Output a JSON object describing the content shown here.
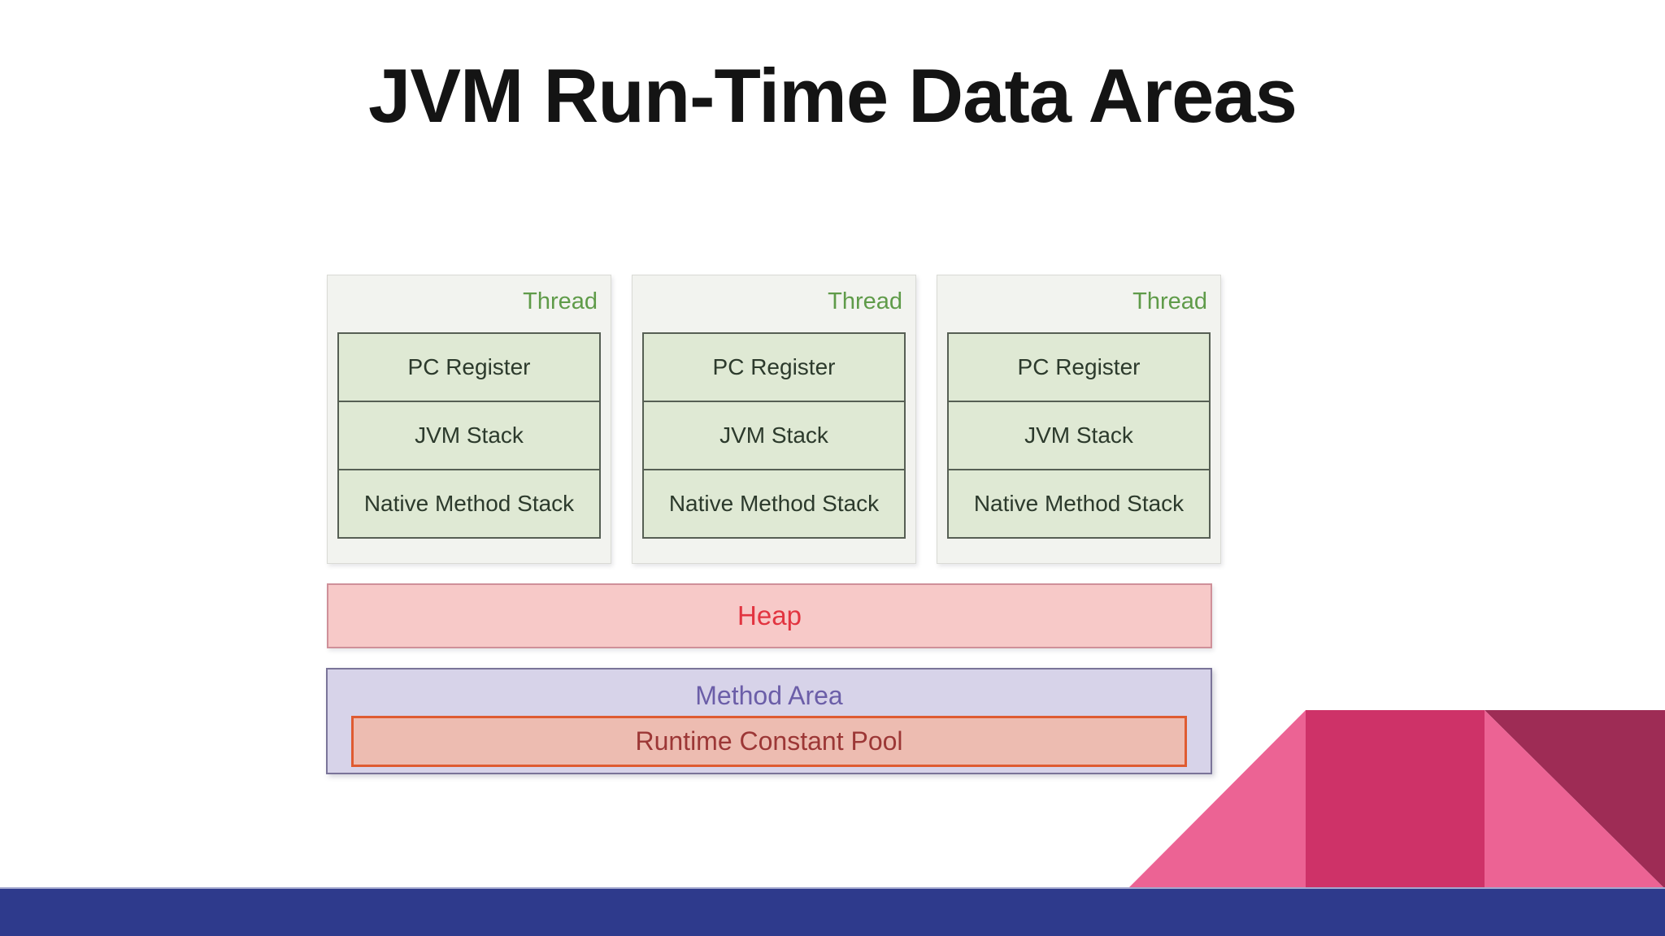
{
  "slide": {
    "title": "JVM Run-Time Data Areas"
  },
  "diagram": {
    "threads": [
      {
        "label": "Thread",
        "boxes": [
          "PC Register",
          "JVM Stack",
          "Native Method Stack"
        ]
      },
      {
        "label": "Thread",
        "boxes": [
          "PC Register",
          "JVM Stack",
          "Native Method Stack"
        ]
      },
      {
        "label": "Thread",
        "boxes": [
          "PC Register",
          "JVM Stack",
          "Native Method Stack"
        ]
      }
    ],
    "heap_label": "Heap",
    "method_area_label": "Method Area",
    "runtime_constant_pool_label": "Runtime Constant Pool"
  },
  "colors": {
    "thread_label_green": "#5f9b49",
    "cell_green_bg": "#dfe9d4",
    "heap_text_red": "#e23440",
    "heap_bg_pink": "#f7c9c8",
    "method_text_purple": "#6b5ea8",
    "method_bg_lavender": "#d7d3e9",
    "pool_text_dark_red": "#9c3736",
    "pool_border_orange": "#df5b31",
    "bottom_bar_blue": "#2e3a8c",
    "pink_light": "#ec6394",
    "pink_dark": "#ce3268",
    "maroon": "#9e2c55"
  }
}
